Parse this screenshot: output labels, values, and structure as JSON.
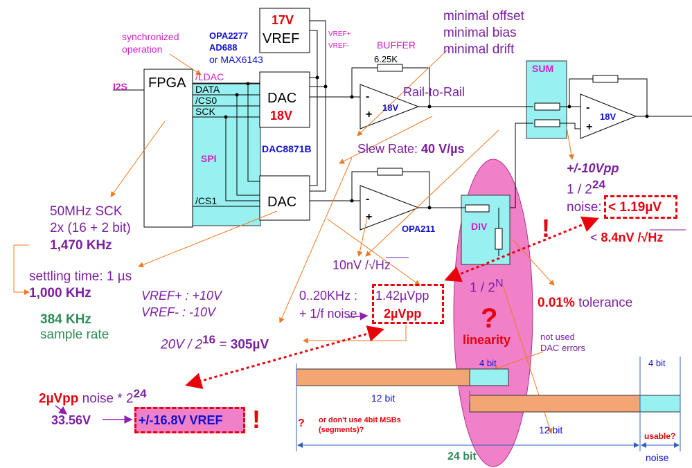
{
  "colors": {
    "accent_purple": "#7B1FA2",
    "accent_red": "#E8000B",
    "accent_blue": "#1010D0",
    "teal": "#2E8B57",
    "cyan_fill": "#99F0F0",
    "pink_fill": "#F080C8",
    "orange_fill": "#F4A574",
    "arrow_orange": "#F07820"
  },
  "blocks": {
    "fpga": "FPGA",
    "i2s": "I2S",
    "spi": "SPI",
    "ldac": "/LDAC",
    "data": "DATA",
    "cs0": "/CS0",
    "sck": "SCK",
    "cs1": "/CS1",
    "dac_top": "DAC",
    "dac_top_v": "18V",
    "dac_bottom": "DAC",
    "dac_part": "DAC8871B",
    "vref_v": "17V",
    "vref": "VREF",
    "vref_plus": "VREF+",
    "vref_minus": "VREF-",
    "opa_parts_1": "OPA2277",
    "opa_parts_2": "AD688",
    "opa_parts_3": "or MAX6143",
    "sync_1": "synchronized",
    "sync_2": "operation",
    "buffer": "BUFFER",
    "r_fb": "6.25K",
    "amp1_v": "18V",
    "rail": "Rail-to-Rail",
    "opa211": "OPA211",
    "sum": "SUM",
    "amp3_v": "18V",
    "div": "DIV",
    "minus": "-",
    "plus": "+"
  },
  "notes": {
    "minimal_offset": "minimal offset",
    "minimal_bias": "minimal bias",
    "minimal_drift": "minimal drift",
    "slew_label": "Slew Rate: ",
    "slew_value": "40 V/µs",
    "sck_freq": "50MHz SCK",
    "sck_bits": "2x (16 + 2 bit)",
    "sck_khz": "1,470 KHz",
    "settling": "settling time: 1 µs",
    "settling_khz": "1,000 KHz",
    "sample_khz": "384 KHz",
    "sample_rate": "sample rate",
    "vref_plus_val": "VREF+ : +10V",
    "vref_minus_val": "VREF-  : -10V",
    "lsb_expr": "20V / 2",
    "lsb_exp": "16",
    "lsb_eq": " = ",
    "lsb_val": "305µV",
    "noise_density": "10nV /√Hz",
    "noise_band": "0..20KHz : ",
    "noise_band_val": "1.42µVpp",
    "one_f": "+ 1/f noise ",
    "one_f_val": "2µVpp",
    "out_range": "+/-10Vpp",
    "div_24": "1 / 2",
    "div_24_exp": "24",
    "noise_label": "noise: ",
    "noise_val": "< 1.19µV",
    "density_val_prefix": "< ",
    "density_val": "8.4nV /√Hz",
    "exclaim": "!",
    "div_n": "1 / 2",
    "div_n_exp": "N",
    "tolerance_val": "0.01%",
    "tolerance": " tolerance",
    "question": "?",
    "linearity": "linearity",
    "not_used_1": "not used",
    "not_used_2": "DAC errors",
    "noise_mult_val": "2µVpp",
    "noise_mult": " noise * 2",
    "noise_mult_exp": "24",
    "range_33": "33.56V",
    "range_16": "+/-16.8V VREF",
    "dont_use_1": "or don't use 4bit MSBs",
    "dont_use_2": "(segments)?",
    "q_small": "?"
  },
  "bits": {
    "bar1": "12 bit",
    "bar1_cyan": "4 bit",
    "bar2": "12 bit",
    "bar2_cyan": "4 bit",
    "total": "24 bit",
    "usable": "usable?",
    "noise": "noise"
  }
}
